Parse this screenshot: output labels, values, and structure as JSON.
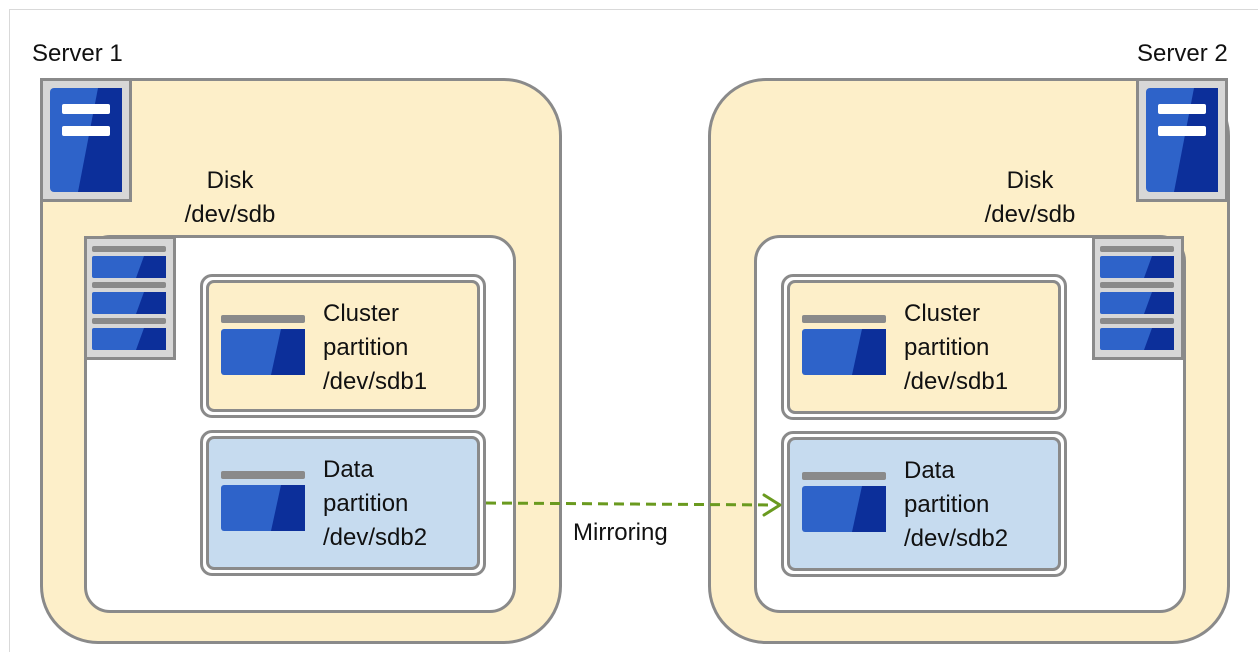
{
  "servers": [
    {
      "label": "Server 1",
      "disk_label": "Disk",
      "disk_device": "/dev/sdb",
      "partitions": [
        {
          "kind": "cluster",
          "line1": "Cluster",
          "line2": "partition",
          "line3": "/dev/sdb1"
        },
        {
          "kind": "data",
          "line1": "Data",
          "line2": "partition",
          "line3": "/dev/sdb2"
        }
      ]
    },
    {
      "label": "Server 2",
      "disk_label": "Disk",
      "disk_device": "/dev/sdb",
      "partitions": [
        {
          "kind": "cluster",
          "line1": "Cluster",
          "line2": "partition",
          "line3": "/dev/sdb1"
        },
        {
          "kind": "data",
          "line1": "Data",
          "line2": "partition",
          "line3": "/dev/sdb2"
        }
      ]
    }
  ],
  "mirroring_label": "Mirroring",
  "colors": {
    "server_fill": "#fdefc9",
    "data_partition_fill": "#c6dbef",
    "border_gray": "#8a8a8a",
    "icon_blue": "#2e63c9",
    "icon_dark_blue": "#0c2f9a",
    "arrow_green": "#6a9a1f"
  }
}
